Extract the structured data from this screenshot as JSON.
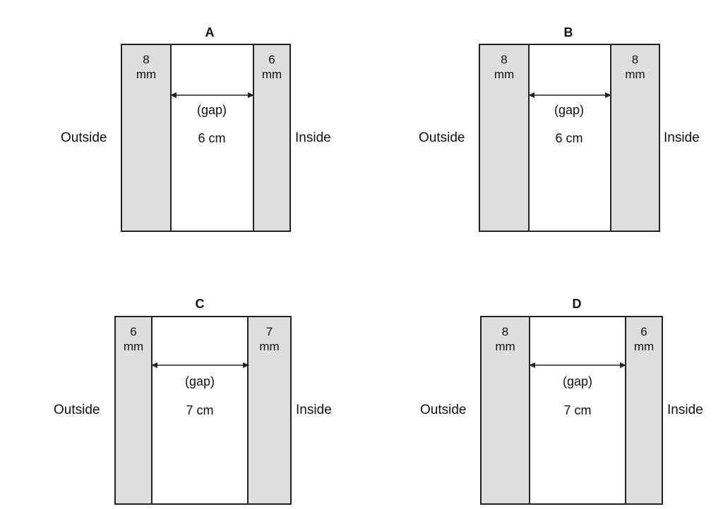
{
  "panels": [
    {
      "id": "A",
      "title": "A",
      "outside_label": "Outside",
      "inside_label": "Inside",
      "outer_wall": {
        "value": "8",
        "unit": "mm"
      },
      "inner_wall": {
        "value": "6",
        "unit": "mm"
      },
      "gap_label": "(gap)",
      "gap_value": "6 cm"
    },
    {
      "id": "B",
      "title": "B",
      "outside_label": "Outside",
      "inside_label": "Inside",
      "outer_wall": {
        "value": "8",
        "unit": "mm"
      },
      "inner_wall": {
        "value": "8",
        "unit": "mm"
      },
      "gap_label": "(gap)",
      "gap_value": "6 cm"
    },
    {
      "id": "C",
      "title": "C",
      "outside_label": "Outside",
      "inside_label": "Inside",
      "outer_wall": {
        "value": "6",
        "unit": "mm"
      },
      "inner_wall": {
        "value": "7",
        "unit": "mm"
      },
      "gap_label": "(gap)",
      "gap_value": "7 cm"
    },
    {
      "id": "D",
      "title": "D",
      "outside_label": "Outside",
      "inside_label": "Inside",
      "outer_wall": {
        "value": "8",
        "unit": "mm"
      },
      "inner_wall": {
        "value": "6",
        "unit": "mm"
      },
      "gap_label": "(gap)",
      "gap_value": "7 cm"
    }
  ]
}
